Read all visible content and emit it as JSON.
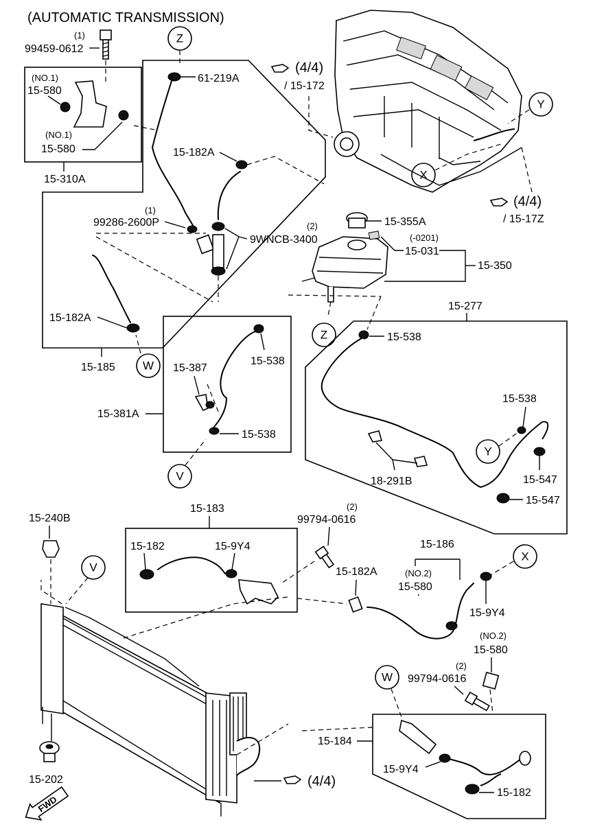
{
  "title": "(AUTOMATIC TRANSMISSION)",
  "ref_labels": {
    "top_ref_page": "(4/4)",
    "top_ref_sub": "/ 15-172",
    "right_ref_page": "(4/4)",
    "right_ref_sub": "/ 15-17Z",
    "bottom_ref_page": "(4/4)"
  },
  "circle_markers": {
    "z_top": "Z",
    "y_right": "Y",
    "x_right": "X",
    "z_mid": "Z",
    "w_mid": "W",
    "v_mid": "V",
    "y_hose": "Y",
    "v_radiator": "V",
    "x_hose": "X",
    "w_bottom": "W"
  },
  "part_labels": {
    "p99459_qty": "(1)",
    "p99459": "99459-0612",
    "no1_a": "(NO.1)",
    "p15580_a": "15-580",
    "no1_b": "(NO.1)",
    "p15580_b": "15-580",
    "p15310A": "15-310A",
    "p61219A": "61-219A",
    "p15182A_top": "15-182A",
    "p99286_qty": "(1)",
    "p99286": "99286-2600P",
    "p9WNCB_qty": "(2)",
    "p9WNCB": "9WNCB-3400",
    "p15182A_left": "15-182A",
    "p15185": "15-185",
    "p15355A": "15-355A",
    "p15031_code": "(-0201)",
    "p15031": "15-031",
    "p15350": "15-350",
    "p15277": "15-277",
    "p15538_a": "15-538",
    "p15538_b": "15-538",
    "p15387": "15-387",
    "p15381A": "15-381A",
    "p15538_c": "15-538",
    "p15538_d": "15-538",
    "p18291B": "18-291B",
    "p15547_a": "15-547",
    "p15547_b": "15-547",
    "p15240B": "15-240B",
    "p15183": "15-183",
    "p15182": "15-182",
    "p159Y4_a": "15-9Y4",
    "p99794_qty_a": "(2)",
    "p99794_a": "99794-0616",
    "p15186": "15-186",
    "p15182A_bot": "15-182A",
    "no2_a": "(NO.2)",
    "p15580_c": "15-580",
    "p159Y4_b": "15-9Y4",
    "no2_b": "(NO.2)",
    "p15580_d": "15-580",
    "p99794_qty_b": "(2)",
    "p99794_b": "99794-0616",
    "p15184": "15-184",
    "p159Y4_c": "15-9Y4",
    "p15182_bot": "15-182",
    "p15202": "15-202",
    "fwd": "FWD"
  }
}
